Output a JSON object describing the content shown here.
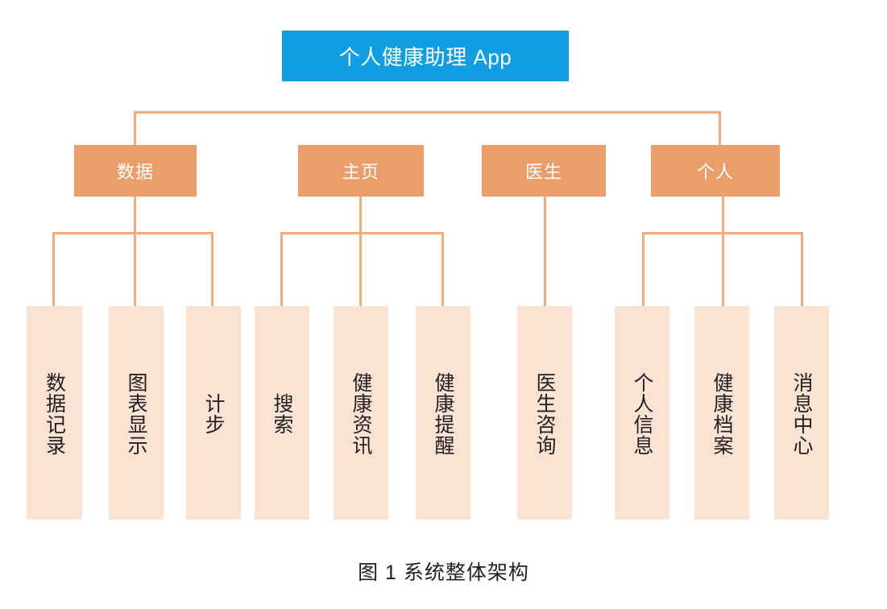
{
  "figure": {
    "caption": "图 1  系统整体架构",
    "colors": {
      "root_fill": "#119ee0",
      "branch_fill": "#eb9e69",
      "leaf_fill": "#fae3d2",
      "connector": "#ef9f66",
      "root_text": "#ffffff",
      "branch_text": "#ffffff",
      "leaf_text": "#231f20",
      "background": "#ffffff"
    }
  },
  "root": {
    "label": "个人健康助理 App"
  },
  "branches": [
    {
      "label": "数据"
    },
    {
      "label": "主页"
    },
    {
      "label": "医生"
    },
    {
      "label": "个人"
    }
  ],
  "leaves": [
    {
      "label": "数据记录",
      "parent": "数据"
    },
    {
      "label": "图表显示",
      "parent": "数据"
    },
    {
      "label": "计步",
      "parent": "数据"
    },
    {
      "label": "搜索",
      "parent": "主页"
    },
    {
      "label": "健康资讯",
      "parent": "主页"
    },
    {
      "label": "健康提醒",
      "parent": "主页"
    },
    {
      "label": "医生咨询",
      "parent": "医生"
    },
    {
      "label": "个人信息",
      "parent": "个人"
    },
    {
      "label": "健康档案",
      "parent": "个人"
    },
    {
      "label": "消息中心",
      "parent": "个人"
    }
  ]
}
